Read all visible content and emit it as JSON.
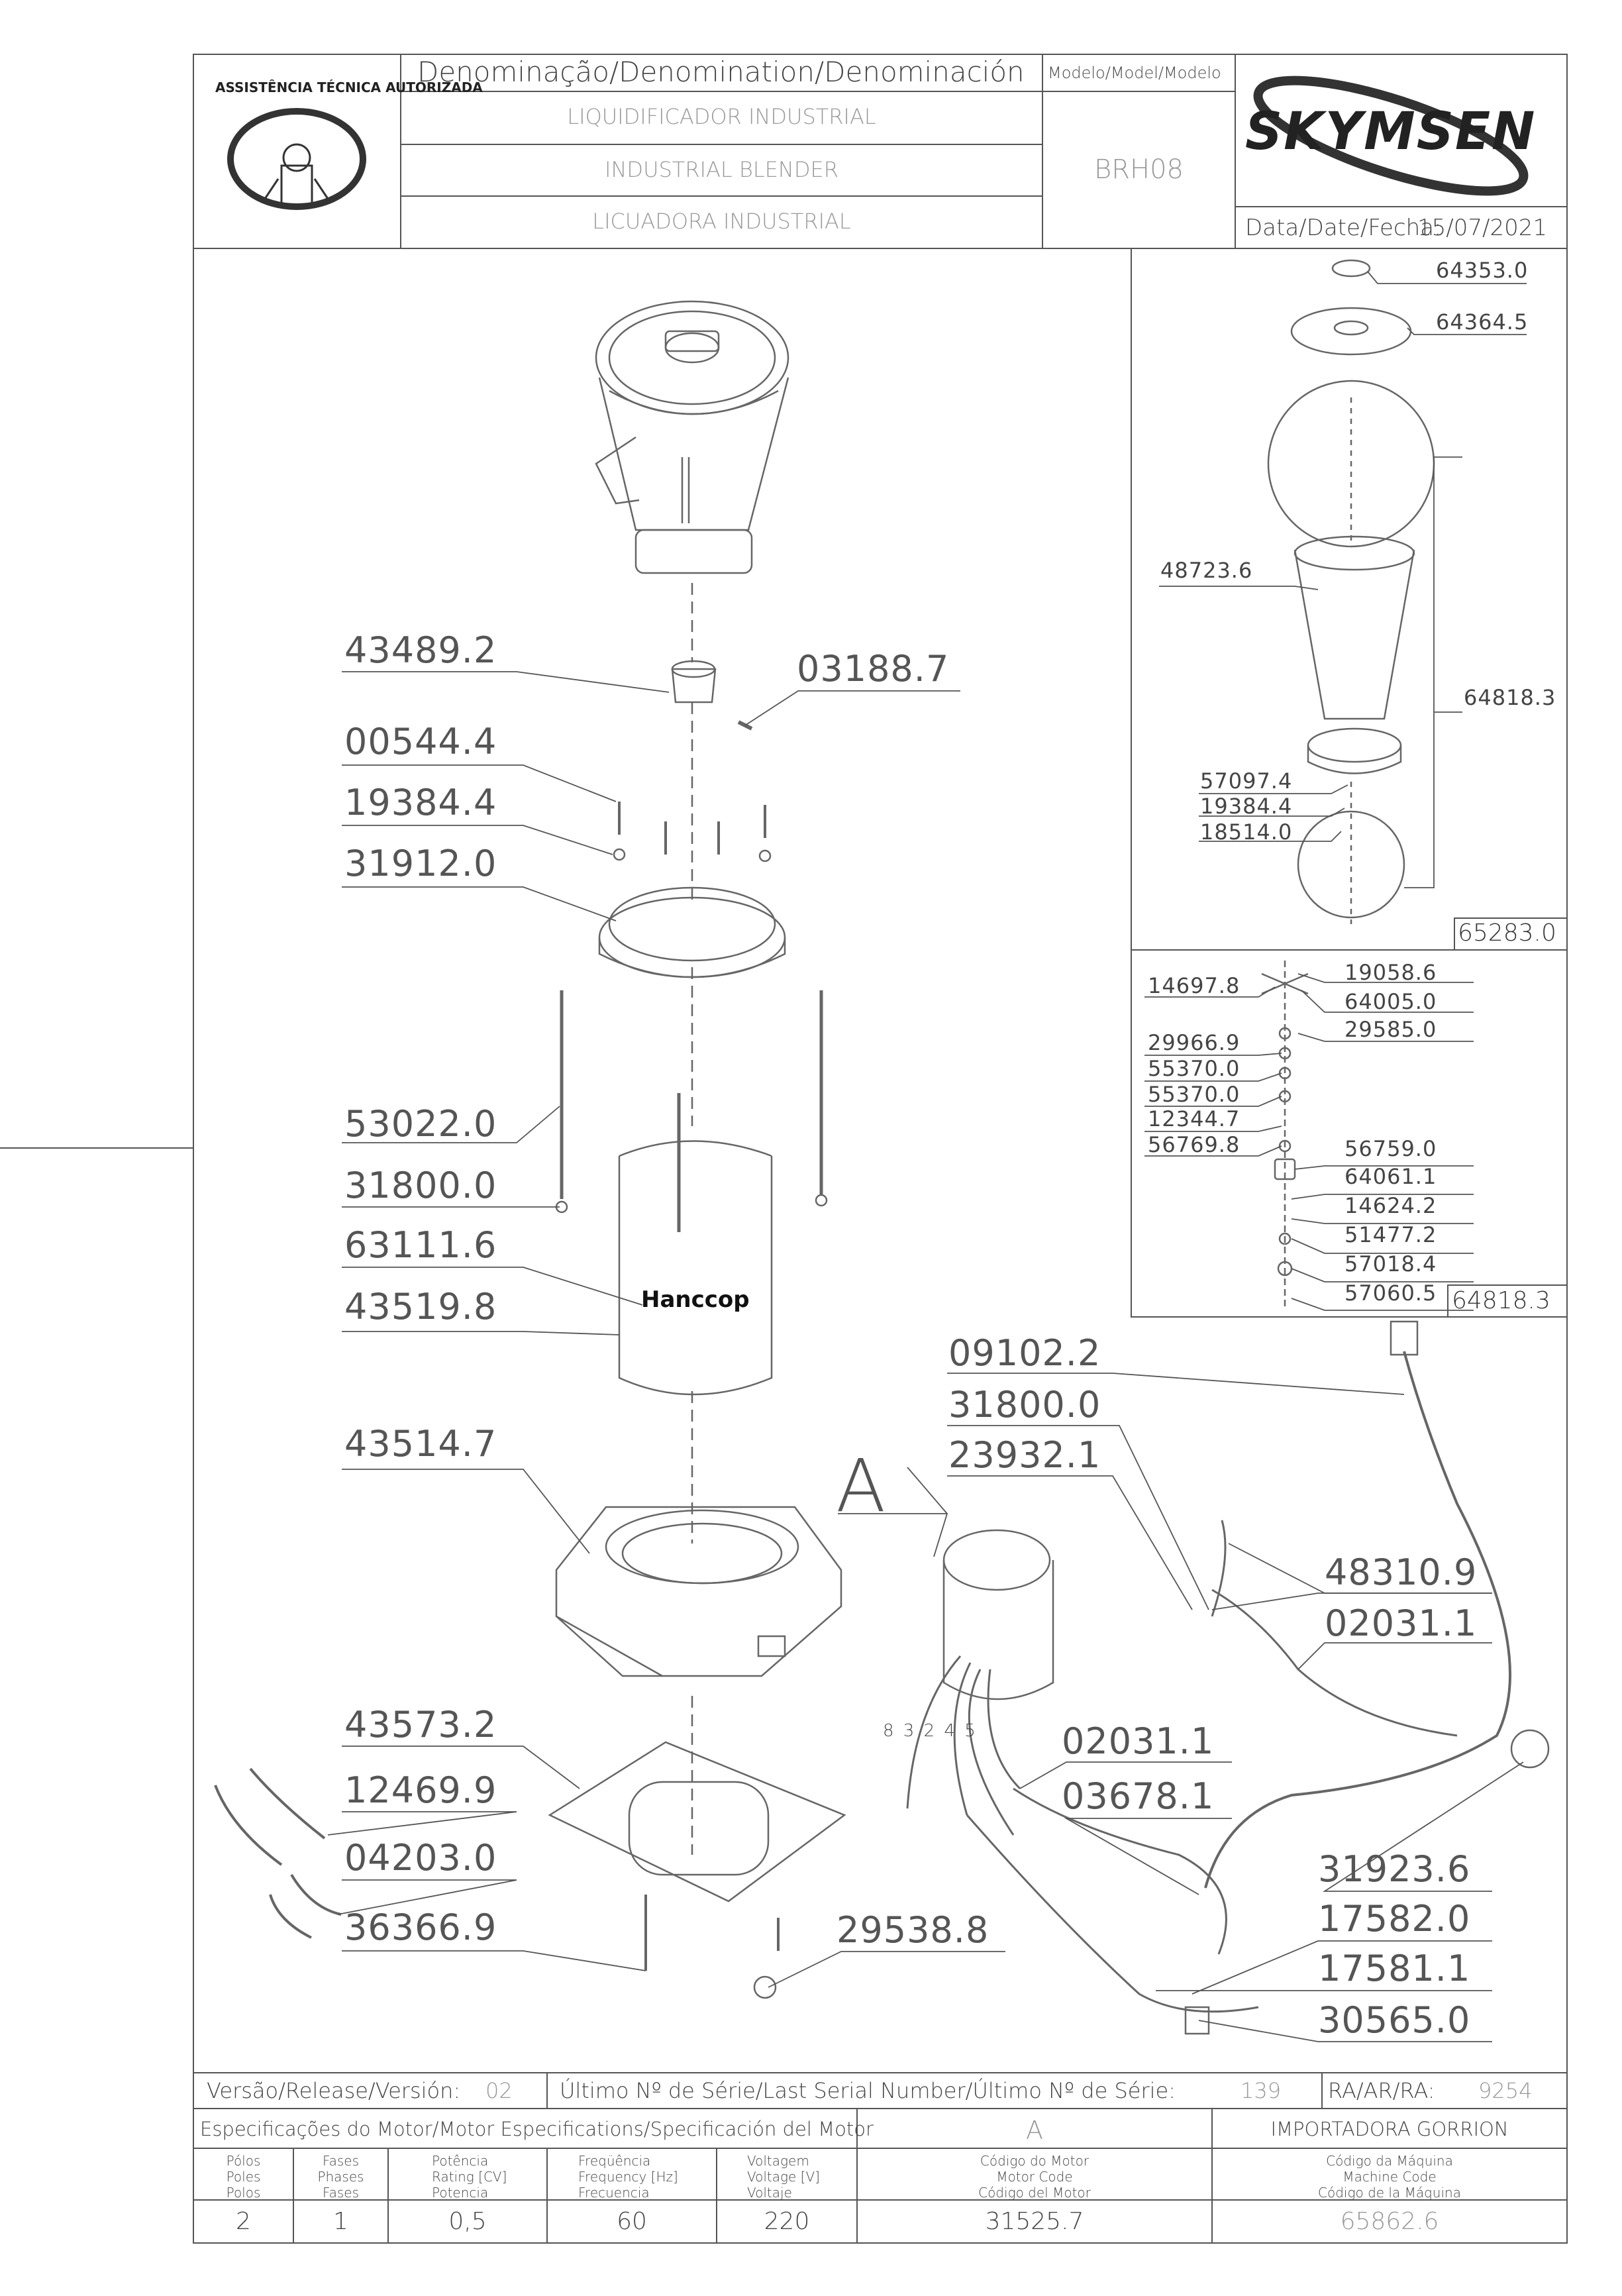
{
  "header": {
    "denomination_label": "Denominação/Denomination/Denominación",
    "model_label": "Modelo/Model/Modelo",
    "names": [
      "LIQUIDIFICADOR INDUSTRIAL",
      "INDUSTRIAL BLENDER",
      "LICUADORA INDUSTRIAL"
    ],
    "model": "BRH08",
    "date_label": "Data/Date/Fecha:",
    "date": "15/07/2021",
    "brand": "SKYMSEN",
    "seal_text": "ASSISTÊNCIA TÉCNICA AUTORIZADA"
  },
  "main_parts": [
    {
      "id": "43489.2"
    },
    {
      "id": "03188.7"
    },
    {
      "id": "00544.4"
    },
    {
      "id": "19384.4"
    },
    {
      "id": "31912.0"
    },
    {
      "id": "53022.0"
    },
    {
      "id": "31800.0"
    },
    {
      "id": "63111.6"
    },
    {
      "id": "43519.8"
    },
    {
      "id": "43514.7"
    },
    {
      "id": "43573.2"
    },
    {
      "id": "12469.9"
    },
    {
      "id": "04203.0"
    },
    {
      "id": "36366.9"
    },
    {
      "id": "29538.8"
    },
    {
      "id": "09102.2"
    },
    {
      "id": "31800.0"
    },
    {
      "id": "23932.1"
    },
    {
      "id": "48310.9"
    },
    {
      "id": "02031.1"
    },
    {
      "id": "02031.1"
    },
    {
      "id": "03678.1"
    },
    {
      "id": "31923.6"
    },
    {
      "id": "17582.0"
    },
    {
      "id": "17581.1"
    },
    {
      "id": "30565.0"
    }
  ],
  "hanccop_label": "Hanccop",
  "motor_callout": "A",
  "wire_numbers": "8 3 2 4 5",
  "jar_panel": {
    "parts": [
      "64353.0",
      "64364.5",
      "48723.6",
      "64818.3",
      "57097.4",
      "19384.4",
      "18514.0"
    ],
    "assembly": "65283.0"
  },
  "blade_panel": {
    "left_parts": [
      "14697.8",
      "29966.9",
      "55370.0",
      "55370.0",
      "12344.7",
      "56769.8"
    ],
    "right_parts": [
      "19058.6",
      "64005.0",
      "29585.0",
      "56759.0",
      "64061.1",
      "14624.2",
      "51477.2",
      "57018.4",
      "57060.5"
    ],
    "assembly": "64818.3"
  },
  "footer": {
    "version_label": "Versão/Release/Versión:",
    "version": "02",
    "serial_label": "Último Nº de Série/Last Serial Number/Último Nº de Série:",
    "serial": "139",
    "ra_label": "RA/AR/RA:",
    "ra": "9254",
    "motor_spec_label": "Especificações do Motor/Motor Especifications/Specificación del Motor",
    "motor_letter": "A",
    "importer": "IMPORTADORA GORRION",
    "col_heads": [
      [
        "Pólos",
        "Poles",
        "Polos"
      ],
      [
        "Fases",
        "Phases",
        "Fases"
      ],
      [
        "Potência",
        "Rating [CV]",
        "Potencia"
      ],
      [
        "Freqüência",
        "Frequency [Hz]",
        "Frecuencia"
      ],
      [
        "Voltagem",
        "Voltage [V]",
        "Voltaje"
      ],
      [
        "Código do Motor",
        "Motor Code",
        "Código del Motor"
      ],
      [
        "Código da Máquina",
        "Machine Code",
        "Código de la Máquina"
      ]
    ],
    "values": [
      "2",
      "1",
      "0,5",
      "60",
      "220",
      "31525.7",
      "65862.6"
    ]
  }
}
